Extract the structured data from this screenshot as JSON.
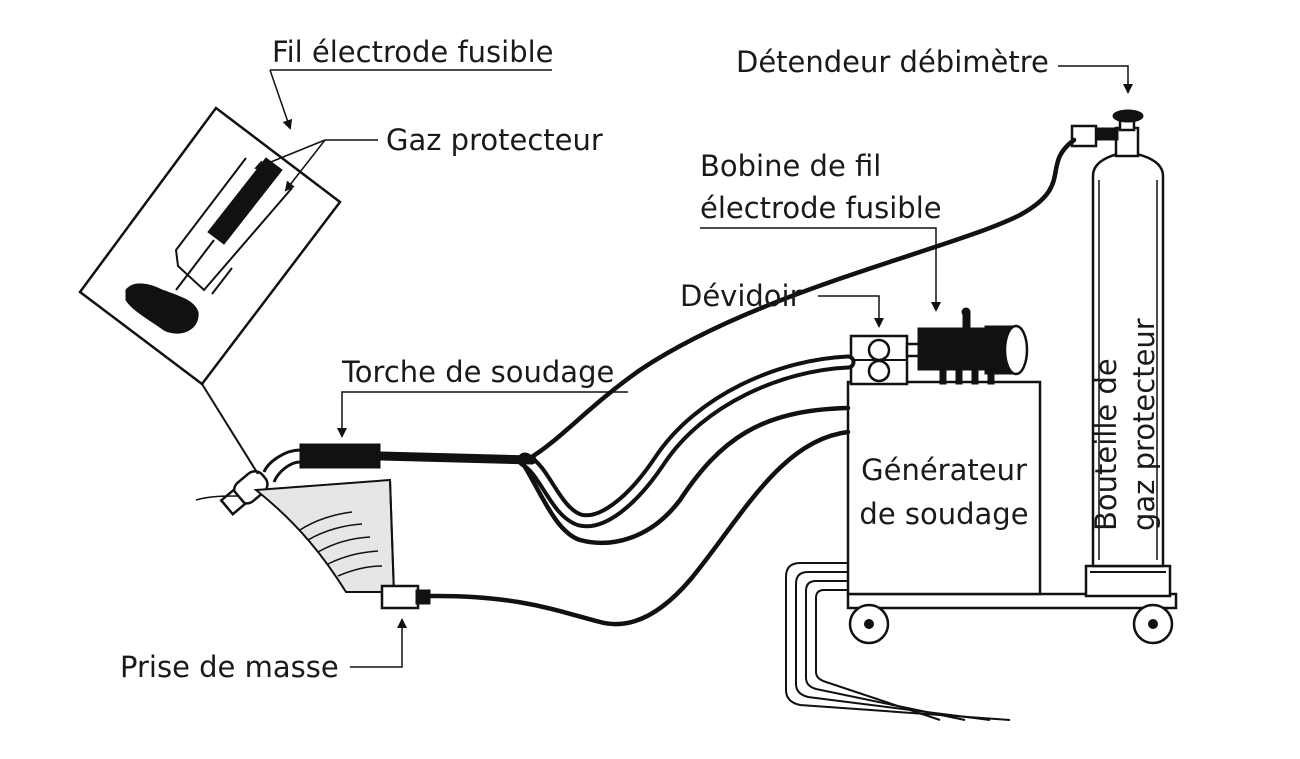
{
  "labels": {
    "fil_electrode": "Fil électrode fusible",
    "gaz_protecteur": "Gaz protecteur",
    "detendeur": "Détendeur débimètre",
    "bobine_line1": "Bobine de fil",
    "bobine_line2": "électrode fusible",
    "devidoir": "Dévidoir",
    "torche": "Torche de soudage",
    "generateur_line1": "Générateur",
    "generateur_line2": "de soudage",
    "bouteille_line1": "Bouteille de",
    "bouteille_line2": "gaz protecteur",
    "prise_masse": "Prise de masse"
  },
  "colors": {
    "ink": "#111111",
    "workpiece_fill": "#e6e6e6",
    "background": "#ffffff"
  }
}
